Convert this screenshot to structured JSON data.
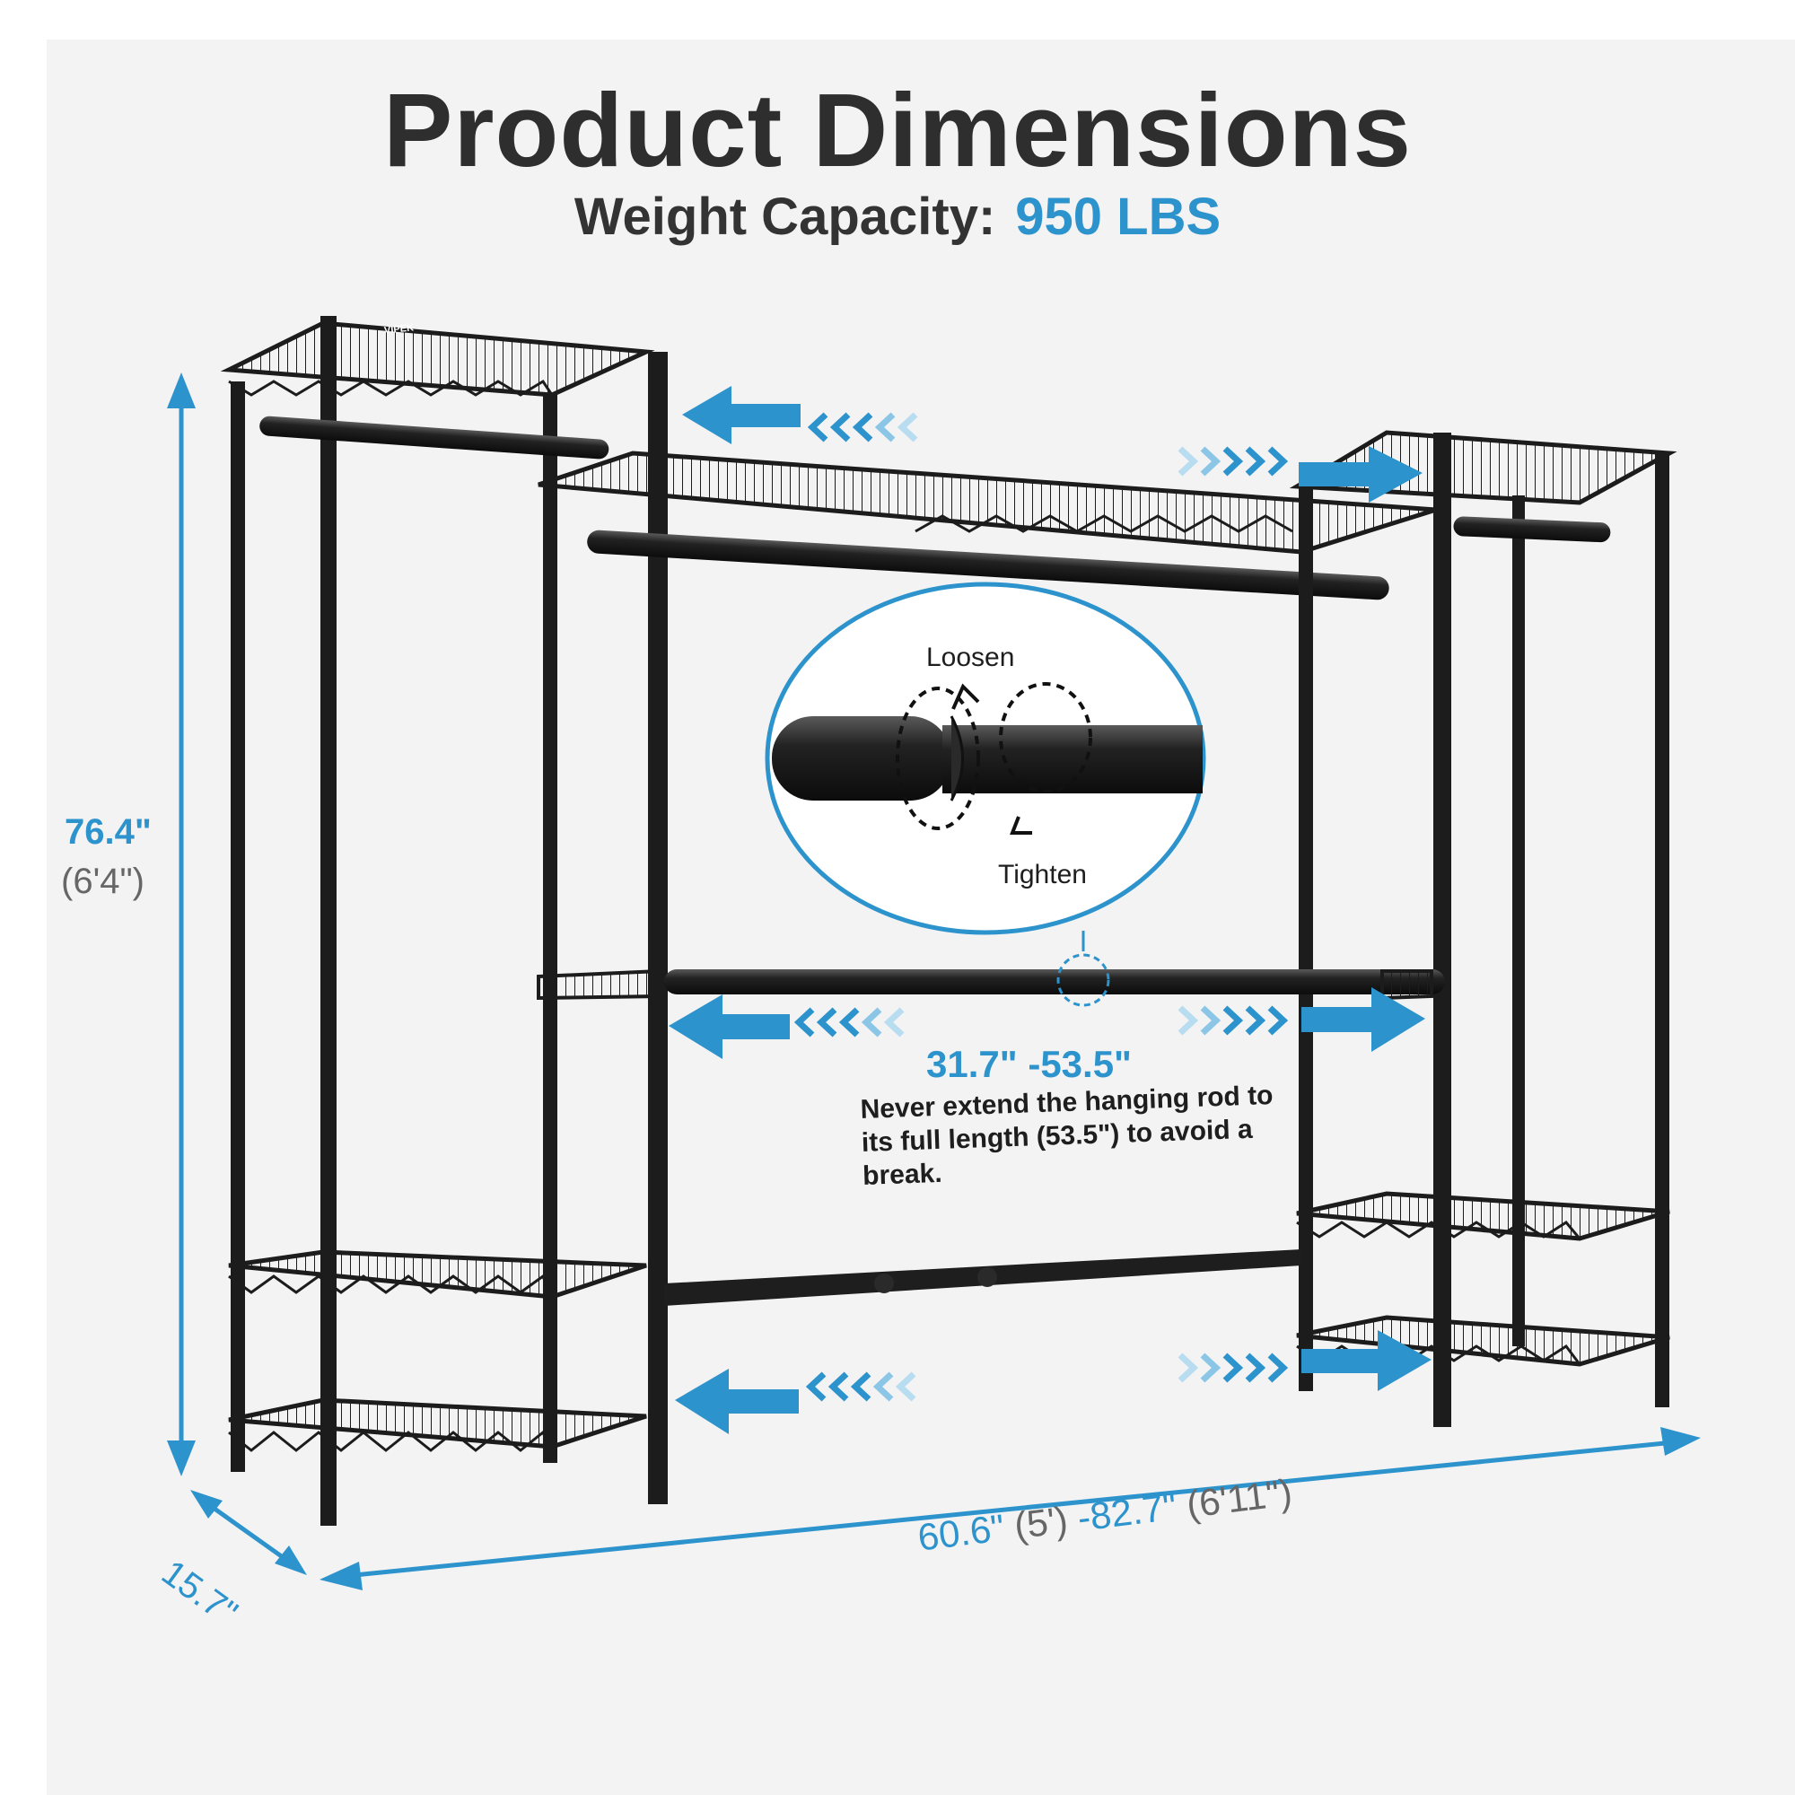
{
  "title": "Product Dimensions",
  "weight_capacity": {
    "label": "Weight Capacity:",
    "value": "950 LBS"
  },
  "brand": "VIPEK",
  "dimensions": {
    "height_in": "76.4\"",
    "height_ft": "(6'4\")",
    "depth": "15.7\"",
    "width_min_in": "60.6\"",
    "width_min_ft": "(5')",
    "width_sep": "-",
    "width_max_in": "82.7\"",
    "width_max_ft": "(6'11\")",
    "rod_range": "31.7\" -53.5\""
  },
  "callout": {
    "loosen": "Loosen",
    "tighten": "Tighten"
  },
  "warning": "Never extend the hanging rod to its full length (53.5\") to avoid a break.",
  "colors": {
    "accent": "#2d93cc",
    "frame": "#1c1c1c",
    "background": "#f3f3f4",
    "title": "#2e2e2e"
  }
}
